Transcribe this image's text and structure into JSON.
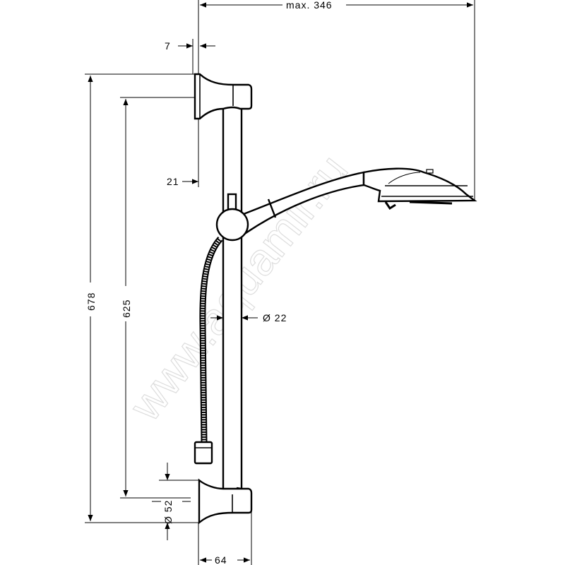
{
  "drawing": {
    "dimensions": {
      "max_width": "max. 346",
      "wall_offset": "7",
      "bar_offset": "21",
      "total_height": "678",
      "bracket_spacing": "625",
      "bar_diameter": "Ø 22",
      "bracket_diameter": "Ø 52",
      "bracket_depth": "64"
    },
    "watermark": "www.aquamir.ru"
  }
}
